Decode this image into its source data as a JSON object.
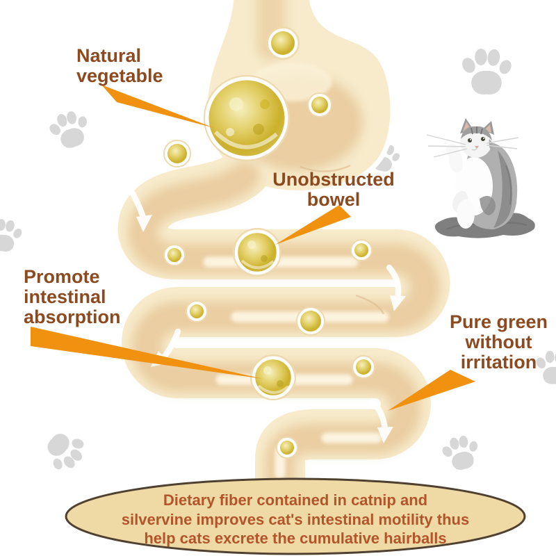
{
  "callouts": {
    "natural_vegetable": {
      "lines": [
        "Natural",
        "vegetable"
      ]
    },
    "unobstructed_bowel": {
      "lines": [
        "Unobstructed",
        "bowel"
      ]
    },
    "promote_absorption": {
      "lines": [
        "Promote",
        "intestinal",
        "absorption"
      ]
    },
    "pure_green": {
      "lines": [
        "Pure green",
        "without",
        "irritation"
      ]
    }
  },
  "footer": {
    "lines": [
      "Dietary fiber contained in catnip and",
      "silvervine improves cat's intestinal motility thus",
      "help cats excrete the cumulative hairballs"
    ]
  },
  "icons": {
    "paw": "paw-print-icon",
    "arrow": "flow-arrow-icon",
    "bubble": "herbal-ball-icon",
    "cat": "cat-image"
  },
  "colors": {
    "label_text": "#8c4a20",
    "footer_text": "#b2552a",
    "footer_fill": "#efdaa6",
    "footer_border": "#4f4030",
    "pointer_orange": "#f19110",
    "intestine_cream": "#f7ebcb",
    "intestine_shade": "#e9cb9e",
    "bubble_gold": "#cbb02a",
    "paw_gray": "#d7d7d7"
  }
}
